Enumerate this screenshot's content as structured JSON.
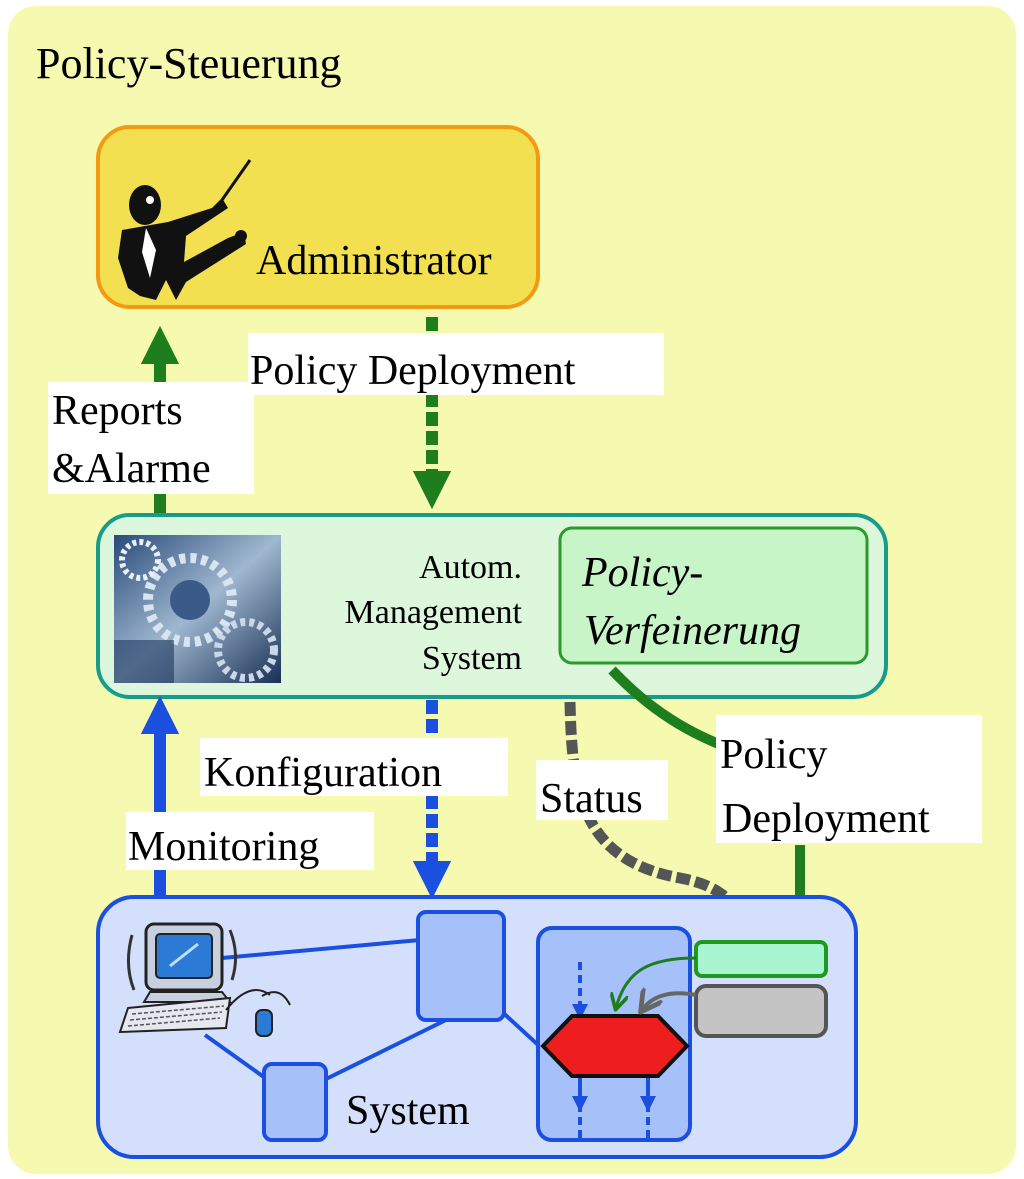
{
  "title": "Policy-Steuerung",
  "administrator": {
    "label": "Administrator"
  },
  "management": {
    "label_lines": [
      "Autom.",
      "Management",
      "System"
    ],
    "refinement_lines": [
      "Policy-",
      "Verfeinerung"
    ]
  },
  "system": {
    "label": "System"
  },
  "arrows": {
    "policy_deployment_top": "Policy Deployment",
    "reports_lines": [
      "Reports",
      "&Alarme"
    ],
    "konfiguration": "Konfiguration",
    "monitoring": "Monitoring",
    "status": "Status",
    "policy_deployment_right_lines": [
      "Policy",
      "Deployment"
    ]
  },
  "colors": {
    "outer_background": "#f6fab0",
    "admin_fill": "#f2e050",
    "admin_border": "#f39a12",
    "mgmt_fill": "#dcf7dc",
    "mgmt_border": "#179c8c",
    "refine_fill": "#c8f5c8",
    "refine_border": "#2a9a2a",
    "system_fill": "#d4e0fb",
    "system_border": "#1a4fe0",
    "green_arrow": "#1e7e1e",
    "blue_arrow": "#1a4fe0",
    "gray_arrow": "#555555",
    "stop_red": "#ee1e1e"
  }
}
